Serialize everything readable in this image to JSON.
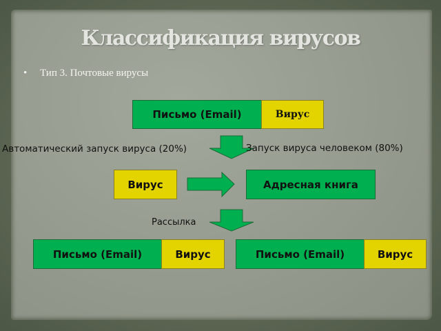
{
  "slide": {
    "title": "Классификация вирусов",
    "bullet": "Тип 3. Почтовые вирусы",
    "bullet_marker": "•"
  },
  "diagram": {
    "top_pair": {
      "letter": "Письмо (Email)",
      "virus": "Вирус"
    },
    "left_label": "Автоматический запуск вируса (20%)",
    "right_label": "Запуск вируса человеком (80%)",
    "middle_virus": "Вирус",
    "address_book": "Адресная книга",
    "mailing_label": "Рассылка",
    "bottom_left": {
      "letter": "Письмо (Email)",
      "virus": "Вирус"
    },
    "bottom_right": {
      "letter": "Письмо (Email)",
      "virus": "Вирус"
    }
  },
  "colors": {
    "green": "#00b050",
    "yellow": "#e3d400",
    "arrow": "#00b050"
  }
}
